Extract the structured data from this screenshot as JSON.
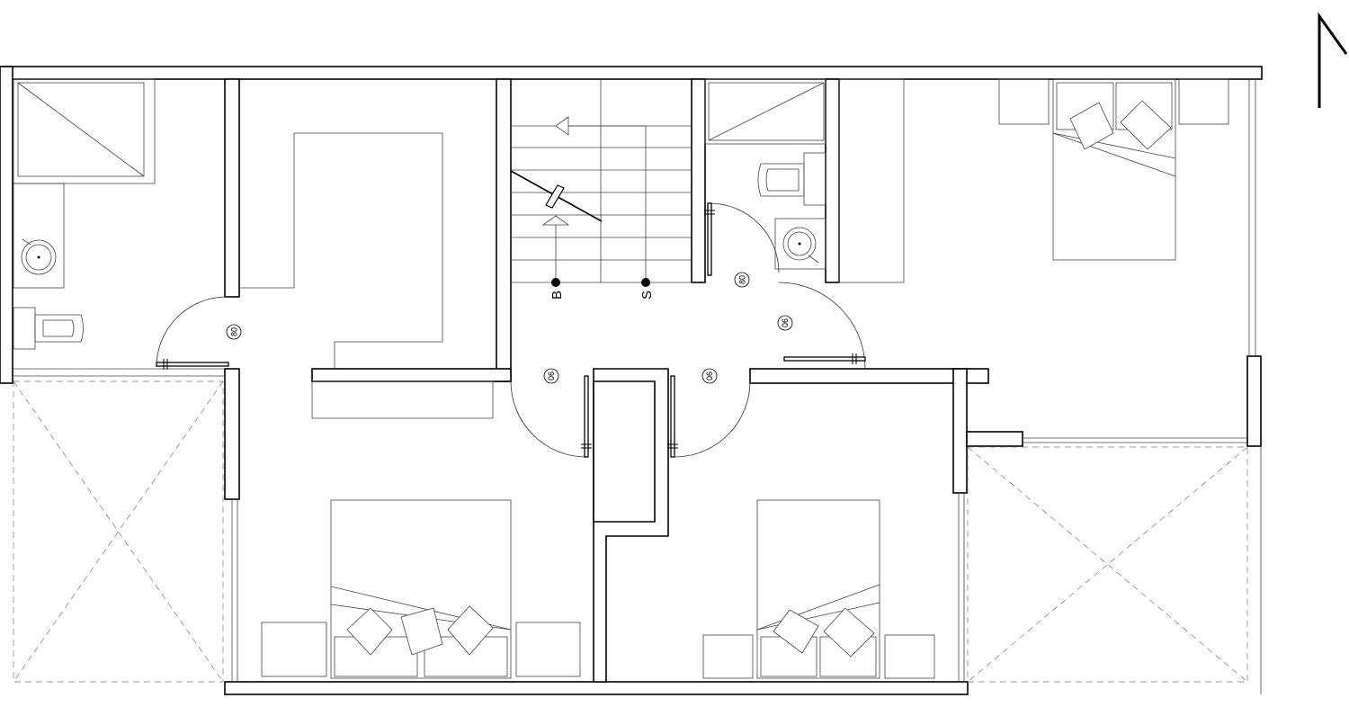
{
  "plan": {
    "door_widths": {
      "bath_left": "80",
      "bath_right": "80",
      "bedroom_right": "90",
      "bedroom_bottom_left": "90",
      "bedroom_bottom_right": "90"
    },
    "stair_points": {
      "b": "B",
      "s": "S"
    }
  }
}
